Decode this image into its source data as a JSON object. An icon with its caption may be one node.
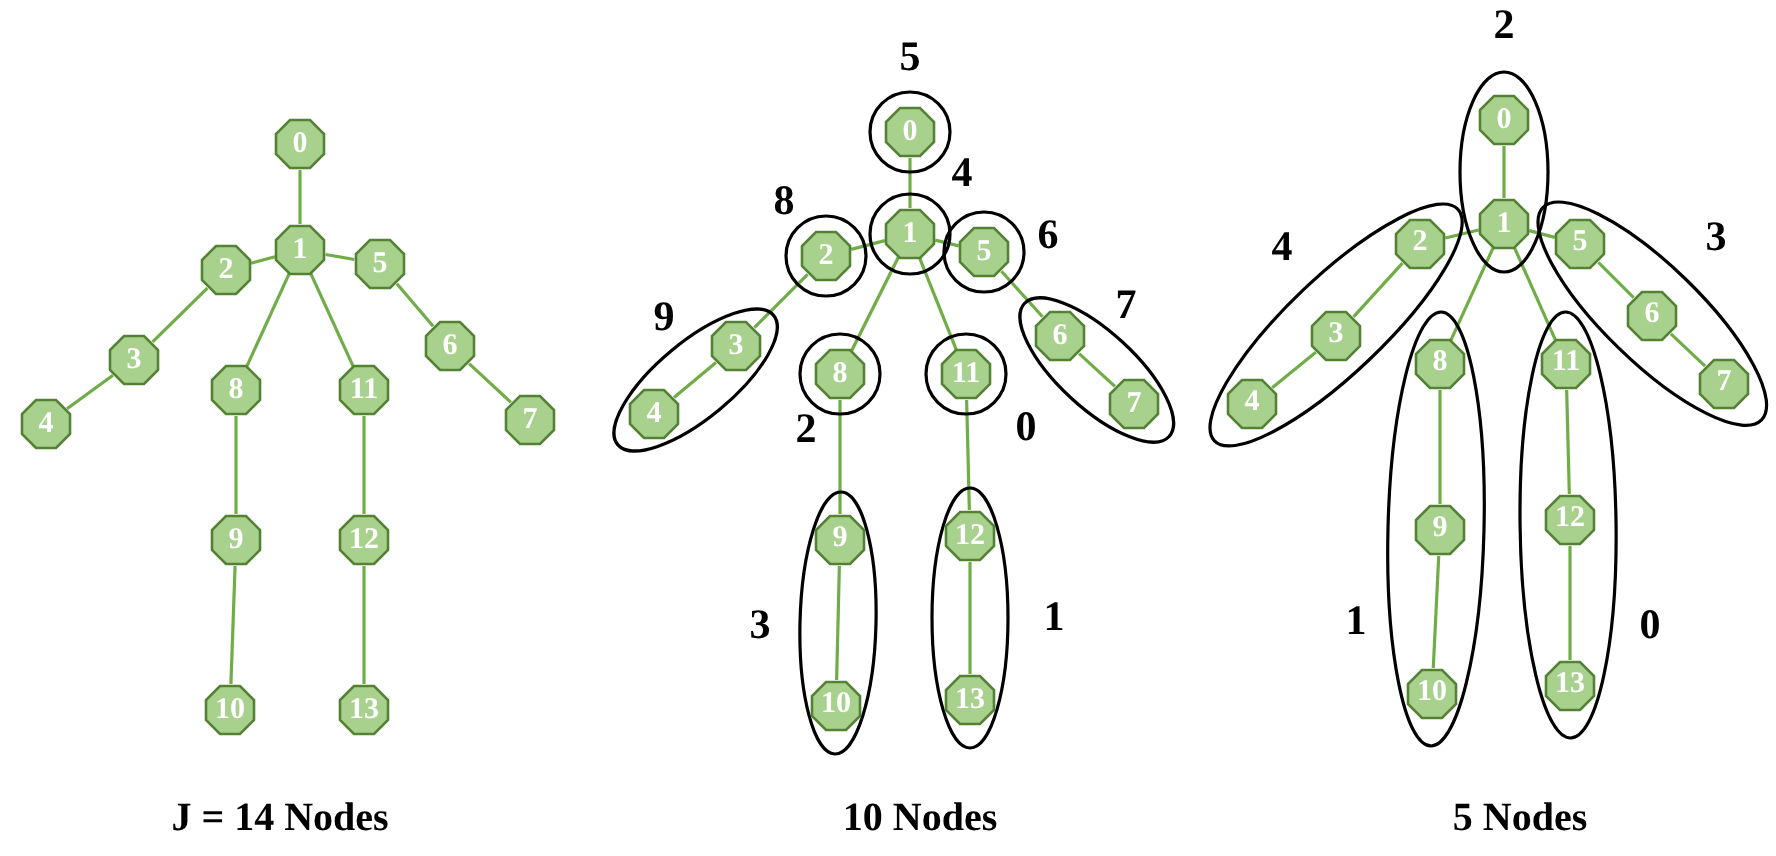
{
  "diagram": {
    "nodes": [
      {
        "text": [
          "0"
        ]
      },
      {
        "text": [
          "1"
        ]
      },
      {
        "text": [
          "2"
        ]
      },
      {
        "text": [
          "3"
        ]
      },
      {
        "text": [
          "4"
        ]
      },
      {
        "text": [
          "5"
        ]
      },
      {
        "text": [
          "6"
        ]
      },
      {
        "text": [
          "7"
        ]
      },
      {
        "text": [
          "8"
        ]
      },
      {
        "text": [
          "9"
        ]
      },
      {
        "text": [
          "10"
        ]
      },
      {
        "text": [
          "11"
        ]
      },
      {
        "text": [
          "12"
        ]
      },
      {
        "text": [
          "13"
        ]
      },
      {
        "text": [
          "5"
        ]
      },
      {
        "text": [
          "0"
        ],
        "in": 14
      },
      {
        "text": [
          "4"
        ]
      },
      {
        "text": [
          "1"
        ],
        "in": 16
      },
      {
        "text": [
          "8"
        ]
      },
      {
        "text": [
          "2"
        ],
        "in": 18
      },
      {
        "text": [
          "6"
        ]
      },
      {
        "text": [
          "5"
        ],
        "in": 20
      },
      {
        "text": [
          "9"
        ]
      },
      {
        "text": [
          "3"
        ],
        "in": 22
      },
      {
        "text": [
          "4"
        ],
        "in": 22
      },
      {
        "text": [
          "7"
        ]
      },
      {
        "text": [
          "6"
        ],
        "in": 25
      },
      {
        "text": [
          "7"
        ],
        "in": 25
      },
      {
        "text": [
          "2"
        ]
      },
      {
        "text": [
          "8"
        ],
        "in": 28
      },
      {
        "text": [
          "0"
        ]
      },
      {
        "text": [
          "11"
        ],
        "in": 30
      },
      {
        "text": [
          "3"
        ]
      },
      {
        "text": [
          "9"
        ],
        "in": 32
      },
      {
        "text": [
          "10"
        ],
        "in": 32
      },
      {
        "text": [
          "1"
        ]
      },
      {
        "text": [
          "12"
        ],
        "in": 35
      },
      {
        "text": [
          "13"
        ],
        "in": 35
      },
      {
        "text": [
          "2"
        ]
      },
      {
        "text": [
          "0"
        ],
        "in": 38
      },
      {
        "text": [
          "1"
        ],
        "in": 38
      },
      {
        "text": [
          "4"
        ]
      },
      {
        "text": [
          "2"
        ],
        "in": 41
      },
      {
        "text": [
          "3"
        ],
        "in": 41
      },
      {
        "text": [
          "4"
        ],
        "in": 41
      },
      {
        "text": [
          "3"
        ]
      },
      {
        "text": [
          "5"
        ],
        "in": 45
      },
      {
        "text": [
          "6"
        ],
        "in": 45
      },
      {
        "text": [
          "7"
        ],
        "in": 45
      },
      {
        "text": [
          "1"
        ]
      },
      {
        "text": [
          "8"
        ],
        "in": 49
      },
      {
        "text": [
          "9"
        ],
        "in": 49
      },
      {
        "text": [
          "10"
        ],
        "in": 49
      },
      {
        "text": [
          "0"
        ]
      },
      {
        "text": [
          "11"
        ],
        "in": 53
      },
      {
        "text": [
          "12"
        ],
        "in": 53
      },
      {
        "text": [
          "13"
        ],
        "in": 53
      }
    ],
    "edges": [
      {
        "from": 0,
        "to": 1,
        "arrow": "none"
      },
      {
        "from": 1,
        "to": 2,
        "arrow": "none"
      },
      {
        "from": 2,
        "to": 3,
        "arrow": "none"
      },
      {
        "from": 3,
        "to": 4,
        "arrow": "none"
      },
      {
        "from": 1,
        "to": 5,
        "arrow": "none"
      },
      {
        "from": 5,
        "to": 6,
        "arrow": "none"
      },
      {
        "from": 6,
        "to": 7,
        "arrow": "none"
      },
      {
        "from": 1,
        "to": 8,
        "arrow": "none"
      },
      {
        "from": 8,
        "to": 9,
        "arrow": "none"
      },
      {
        "from": 9,
        "to": 10,
        "arrow": "none"
      },
      {
        "from": 1,
        "to": 11,
        "arrow": "none"
      },
      {
        "from": 11,
        "to": 12,
        "arrow": "none"
      },
      {
        "from": 12,
        "to": 13,
        "arrow": "none"
      },
      {
        "from": 15,
        "to": 17,
        "arrow": "none"
      },
      {
        "from": 17,
        "to": 19,
        "arrow": "none"
      },
      {
        "from": 19,
        "to": 23,
        "arrow": "none"
      },
      {
        "from": 23,
        "to": 24,
        "arrow": "none"
      },
      {
        "from": 17,
        "to": 21,
        "arrow": "none"
      },
      {
        "from": 21,
        "to": 26,
        "arrow": "none"
      },
      {
        "from": 26,
        "to": 27,
        "arrow": "none"
      },
      {
        "from": 17,
        "to": 29,
        "arrow": "none"
      },
      {
        "from": 29,
        "to": 33,
        "arrow": "none"
      },
      {
        "from": 33,
        "to": 34,
        "arrow": "none"
      },
      {
        "from": 17,
        "to": 31,
        "arrow": "none"
      },
      {
        "from": 31,
        "to": 36,
        "arrow": "none"
      },
      {
        "from": 36,
        "to": 37,
        "arrow": "none"
      },
      {
        "from": 39,
        "to": 40,
        "arrow": "none"
      },
      {
        "from": 40,
        "to": 42,
        "arrow": "none"
      },
      {
        "from": 42,
        "to": 43,
        "arrow": "none"
      },
      {
        "from": 43,
        "to": 44,
        "arrow": "none"
      },
      {
        "from": 40,
        "to": 46,
        "arrow": "none"
      },
      {
        "from": 46,
        "to": 47,
        "arrow": "none"
      },
      {
        "from": 47,
        "to": 48,
        "arrow": "none"
      },
      {
        "from": 40,
        "to": 50,
        "arrow": "none"
      },
      {
        "from": 50,
        "to": 51,
        "arrow": "none"
      },
      {
        "from": 51,
        "to": 52,
        "arrow": "none"
      },
      {
        "from": 40,
        "to": 54,
        "arrow": "none"
      },
      {
        "from": 54,
        "to": 55,
        "arrow": "none"
      },
      {
        "from": 55,
        "to": 56,
        "arrow": "none"
      }
    ],
    "labels": [
      "J = 14 Nodes",
      "10 Nodes",
      "5 Nodes"
    ]
  }
}
